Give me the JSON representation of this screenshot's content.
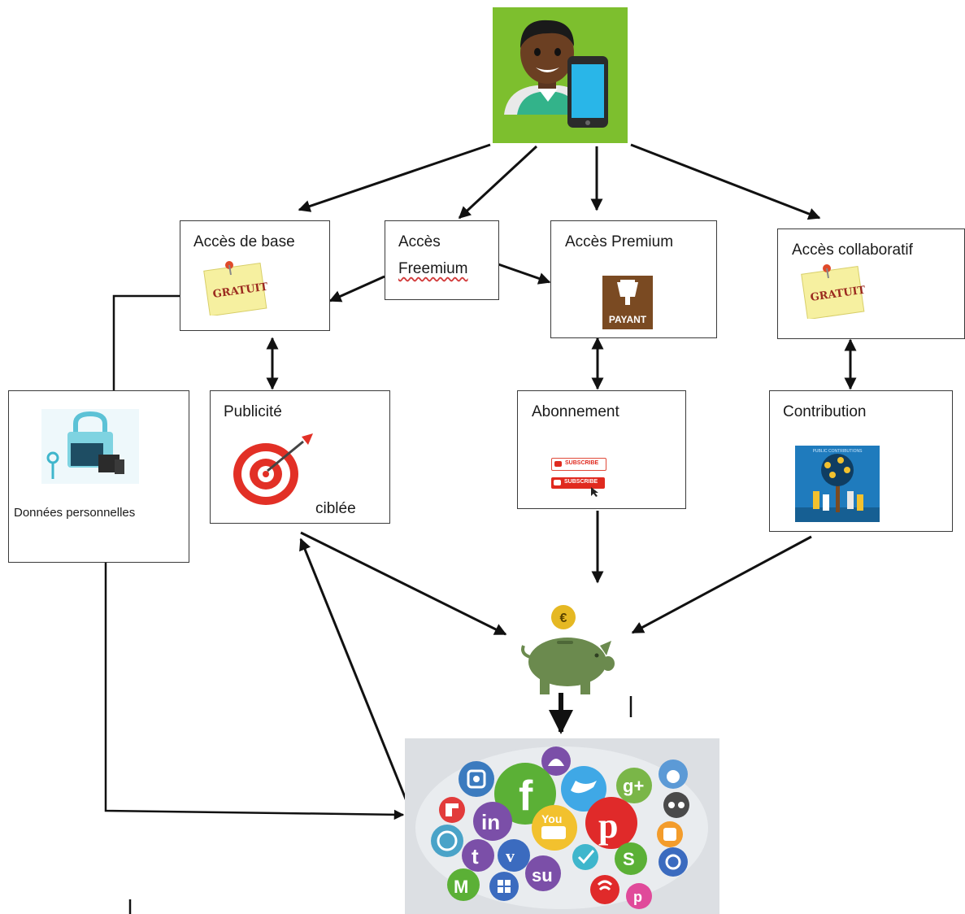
{
  "nodes": {
    "base": {
      "label": "Accès de base",
      "sticker": "GRATUIT"
    },
    "freemium": {
      "line1": "Accès",
      "line2": "Freemium"
    },
    "premium": {
      "label": "Accès Premium",
      "sticker": "PAYANT"
    },
    "collab": {
      "label": "Accès collaboratif",
      "sticker": "GRATUIT"
    },
    "donnees": {
      "label": "Données personnelles"
    },
    "publicite": {
      "label": "Publicité",
      "sub": "ciblée"
    },
    "abonnement": {
      "label": "Abonnement",
      "btn": "SUBSCRIBE"
    },
    "contribution": {
      "label": "Contribution",
      "caption": "PUBLIC CONTRIBUTIONS"
    }
  },
  "piggy": {
    "coin": "€"
  },
  "colors": {
    "green": "#7dbf2e",
    "piggy": "#6b8a4e",
    "coin": "#e5b823",
    "payant": "#7a4a22",
    "sticky": "#f6f0a0"
  }
}
